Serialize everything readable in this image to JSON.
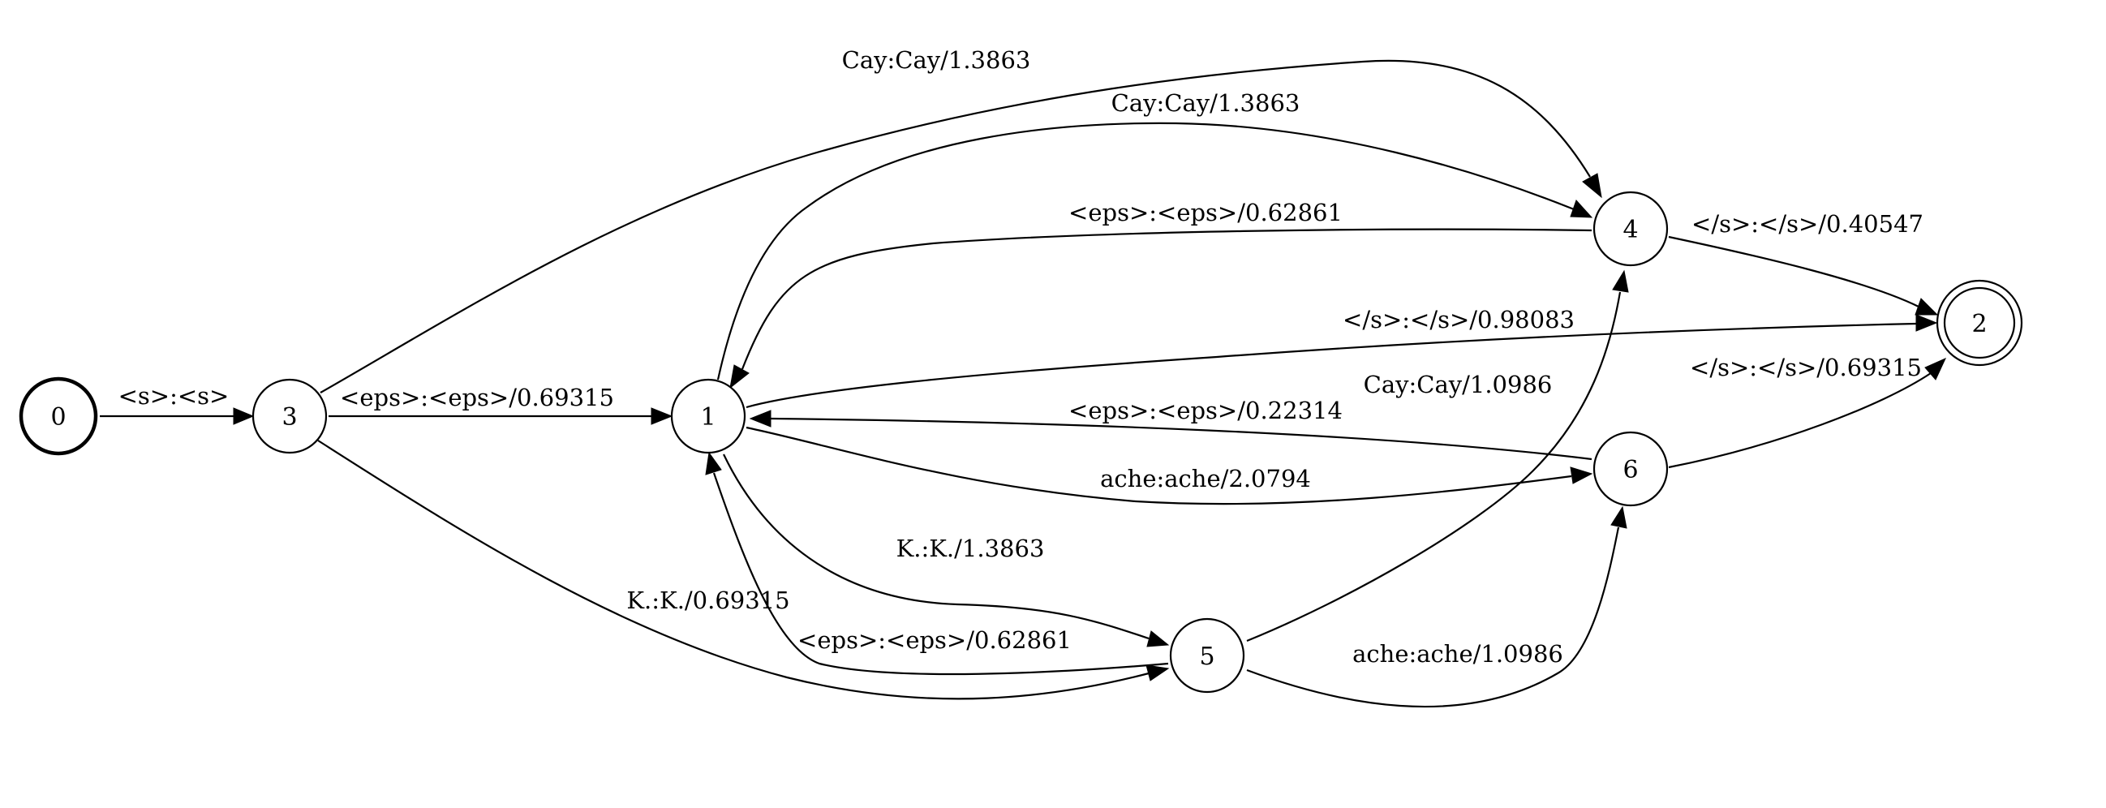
{
  "states": [
    "0",
    "1",
    "2",
    "3",
    "4",
    "5",
    "6"
  ],
  "transitions": [
    {
      "from": "0",
      "to": "3",
      "label": "<s>:<s>"
    },
    {
      "from": "3",
      "to": "1",
      "label": "<eps>:<eps>/0.69315"
    },
    {
      "from": "3",
      "to": "4",
      "label": "Cay:Cay/1.3863"
    },
    {
      "from": "3",
      "to": "5",
      "label": "K.:K./0.69315"
    },
    {
      "from": "1",
      "to": "4",
      "label": "Cay:Cay/1.3863"
    },
    {
      "from": "4",
      "to": "1",
      "label": "<eps>:<eps>/0.62861"
    },
    {
      "from": "4",
      "to": "2",
      "label": "</s>:</s>/0.40547"
    },
    {
      "from": "1",
      "to": "2",
      "label": "</s>:</s>/0.98083"
    },
    {
      "from": "6",
      "to": "2",
      "label": "</s>:</s>/0.69315"
    },
    {
      "from": "5",
      "to": "4",
      "label": "Cay:Cay/1.0986"
    },
    {
      "from": "6",
      "to": "1",
      "label": "<eps>:<eps>/0.22314"
    },
    {
      "from": "1",
      "to": "6",
      "label": "ache:ache/2.0794"
    },
    {
      "from": "1",
      "to": "5",
      "label": "K.:K./1.3863"
    },
    {
      "from": "5",
      "to": "1",
      "label": "<eps>:<eps>/0.62861"
    },
    {
      "from": "5",
      "to": "6",
      "label": "ache:ache/1.0986"
    }
  ]
}
